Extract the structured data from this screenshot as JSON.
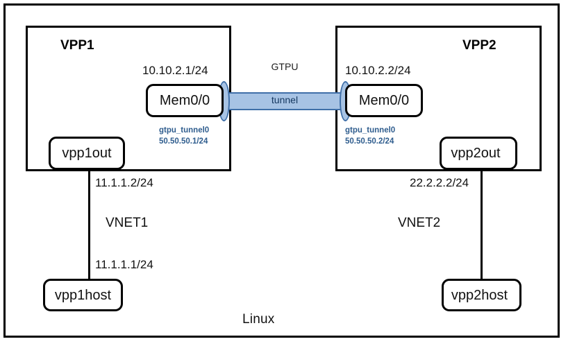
{
  "diagram": {
    "outer_container_label": "Linux",
    "nodes": {
      "vpp1_title": "VPP1",
      "vpp2_title": "VPP2",
      "mem1_label": "Mem0/0",
      "mem2_label": "Mem0/0",
      "vpp1out_label": "vpp1out",
      "vpp2out_label": "vpp2out",
      "vpp1host_label": "vpp1host",
      "vpp2host_label": "vpp2host"
    },
    "tunnel": {
      "label_line1": "GTPU",
      "label_line2": "tunnel",
      "body_color": "#a7c3e4",
      "border_color": "#3f6fa8"
    },
    "addresses": {
      "mem1": "10.10.2.1/24",
      "mem2": "10.10.2.2/24",
      "vpp1out": "11.1.1.2/24",
      "vpp2out": "22.2.2.2/24",
      "vpp1host": "11.1.1.1/24"
    },
    "networks": {
      "vnet1": "VNET1",
      "vnet2": "VNET2"
    },
    "interfaces": {
      "gtpu1_name": "gtpu_tunnel0",
      "gtpu1_addr": "50.50.50.1/24",
      "gtpu2_name": "gtpu_tunnel0",
      "gtpu2_addr": "50.50.50.2/24",
      "annotation_color": "#2f5d8e"
    }
  }
}
